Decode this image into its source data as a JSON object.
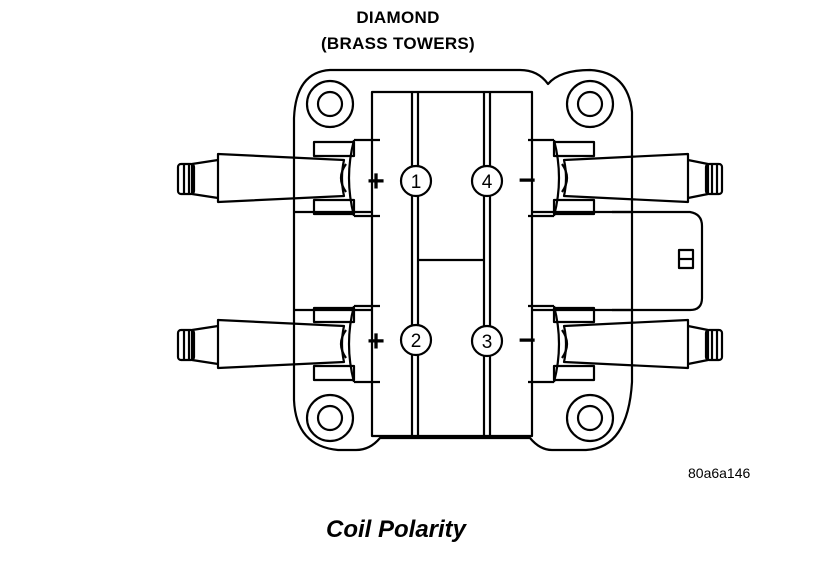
{
  "header": {
    "line1": "DIAMOND",
    "line2": "(BRASS TOWERS)"
  },
  "terminals": [
    {
      "number": "1",
      "polarity": "+"
    },
    {
      "number": "2",
      "polarity": "+"
    },
    {
      "number": "3",
      "polarity": "−"
    },
    {
      "number": "4",
      "polarity": "−"
    }
  ],
  "reference_code": "80a6a146",
  "caption": "Coil Polarity"
}
